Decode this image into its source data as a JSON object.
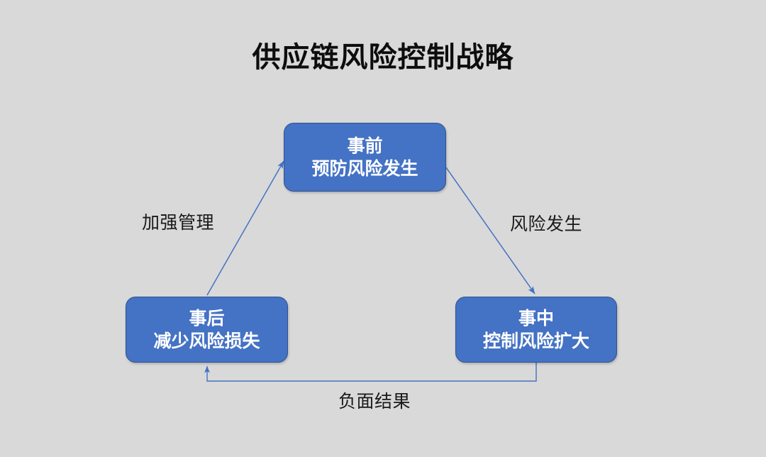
{
  "diagram": {
    "title": "供应链风险控制战略",
    "background_color": "#D9D9D9",
    "node_fill_color": "#4472C4",
    "node_border_color": "#2F528F",
    "node_text_color": "#FFFFFF",
    "connector_color": "#4472C4",
    "label_text_color": "#1A1A1A",
    "title_color": "#0D0D0D",
    "type": "cycle",
    "nodes": [
      {
        "id": "before",
        "position": "top",
        "line1": "事前",
        "line2": "预防风险发生"
      },
      {
        "id": "after",
        "position": "bottom-left",
        "line1": "事后",
        "line2": "减少风险损失"
      },
      {
        "id": "during",
        "position": "bottom-right",
        "line1": "事中",
        "line2": "控制风险扩大"
      }
    ],
    "connectors": [
      {
        "id": "after-to-before",
        "from": "after",
        "to": "before",
        "label": "加强管理",
        "style": "straight-arrow"
      },
      {
        "id": "before-to-during",
        "from": "before",
        "to": "during",
        "label": "风险发生",
        "style": "straight-arrow"
      },
      {
        "id": "during-to-after",
        "from": "during",
        "to": "after",
        "label": "负面结果",
        "style": "elbow-arrow"
      }
    ]
  }
}
